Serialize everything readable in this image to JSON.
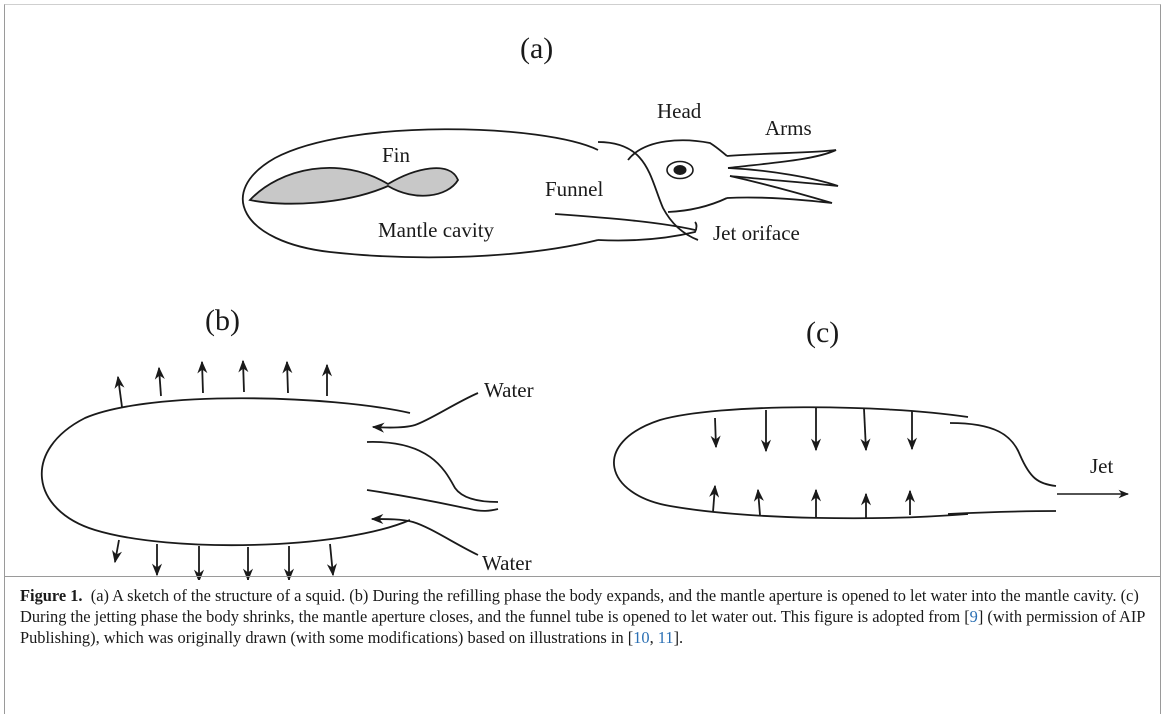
{
  "figure": {
    "panel_a": {
      "label": "(a)",
      "labels": {
        "head": "Head",
        "arms": "Arms",
        "fin": "Fin",
        "funnel": "Funnel",
        "mantle_cavity": "Mantle cavity",
        "jet_oriface": "Jet oriface"
      }
    },
    "panel_b": {
      "label": "(b)",
      "water_top": "Water",
      "water_bottom": "Water"
    },
    "panel_c": {
      "label": "(c)",
      "jet": "Jet"
    },
    "colors": {
      "line": "#1a1a1a",
      "fin_fill": "#c8c8c8",
      "reference_link": "#2a6fb3"
    }
  },
  "caption": {
    "figure_label": "Figure 1.",
    "text_1": "(a) A sketch of the structure of a squid. (b) During the refilling phase the body expands, and the mantle aperture is opened to let water into the mantle cavity. (c) During the jetting phase the body shrinks, the mantle aperture closes, and the funnel tube is opened to let water out. This figure is adopted from [",
    "ref_9": "9",
    "text_2": "] (with permission of AIP Publishing), which was originally drawn (with some modifications) based on illustrations in [",
    "ref_10": "10",
    "sep": ", ",
    "ref_11": "11",
    "text_3": "]."
  }
}
